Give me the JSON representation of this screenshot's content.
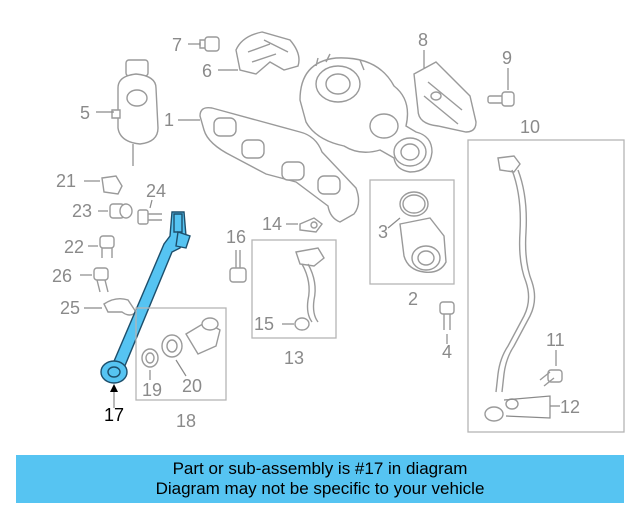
{
  "callouts": {
    "c1": "1",
    "c2": "2",
    "c3": "3",
    "c4": "4",
    "c5": "5",
    "c6": "6",
    "c7": "7",
    "c8": "8",
    "c9": "9",
    "c10": "10",
    "c11": "11",
    "c12": "12",
    "c13": "13",
    "c14": "14",
    "c15": "15",
    "c16": "16",
    "c17": "17",
    "c18": "18",
    "c19": "19",
    "c20": "20",
    "c21": "21",
    "c22": "22",
    "c23": "23",
    "c24": "24",
    "c25": "25",
    "c26": "26"
  },
  "highlighted_part": "17",
  "colors": {
    "highlight": "#56c4f2",
    "banner": "#56c4f2",
    "linework": "#9a9a9a"
  },
  "banner": {
    "line1": "Part or sub-assembly is #17 in diagram",
    "line2": "Diagram may not be specific to your vehicle"
  }
}
